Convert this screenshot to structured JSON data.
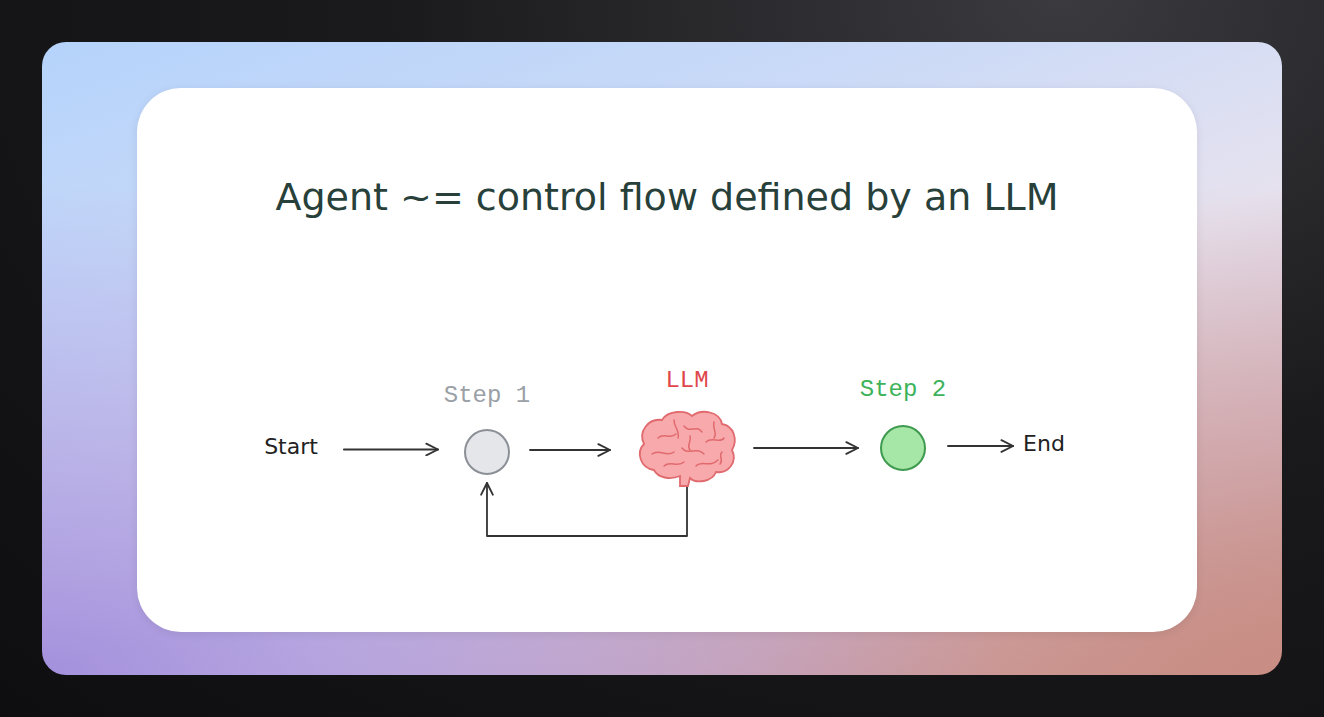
{
  "diagram": {
    "title": "Agent ~= control flow defined by an LLM",
    "nodes": [
      {
        "text": [
          "Start"
        ]
      },
      {
        "text": [
          "Step 1"
        ]
      },
      {
        "text": [
          "LLM"
        ]
      },
      {
        "text": [
          "Step 2"
        ]
      },
      {
        "text": [
          "End"
        ]
      }
    ],
    "edges": [
      {
        "from": 0,
        "to": 1,
        "arrow": "to"
      },
      {
        "from": 1,
        "to": 2,
        "arrow": "to"
      },
      {
        "from": 2,
        "to": 1,
        "arrow": "to"
      },
      {
        "from": 2,
        "to": 3,
        "arrow": "to"
      },
      {
        "from": 3,
        "to": 4,
        "arrow": "to"
      }
    ]
  }
}
